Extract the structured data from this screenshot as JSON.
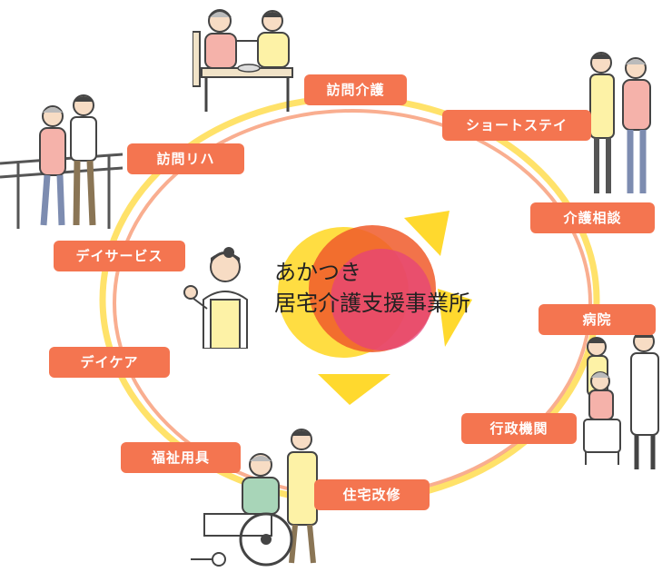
{
  "colors": {
    "pill": "#f47550",
    "ring_outer": "#ffe26a",
    "ring_inner": "#f8a07c",
    "center_yellow": "#ffd92e",
    "center_orange": "#f05a2a",
    "center_pink": "#e6437a",
    "skin": "#f7dcc4",
    "apron": "#fdf2a6",
    "hair": "#444444"
  },
  "center": {
    "line1": "あかつき",
    "line2": "居宅介護支援事業所"
  },
  "services": [
    {
      "label": "訪問介護"
    },
    {
      "label": "ショートステイ"
    },
    {
      "label": "介護相談"
    },
    {
      "label": "病院"
    },
    {
      "label": "行政機関"
    },
    {
      "label": "住宅改修"
    },
    {
      "label": "福祉用具"
    },
    {
      "label": "デイケア"
    },
    {
      "label": "デイサービス"
    },
    {
      "label": "訪問リハ"
    }
  ],
  "illustrations": [
    {
      "icon": "caregiver-feeding-icon"
    },
    {
      "icon": "short-stay-caregiver-icon"
    },
    {
      "icon": "rehabilitation-walking-icon"
    },
    {
      "icon": "care-manager-icon"
    },
    {
      "icon": "doctor-wheelchair-icon"
    },
    {
      "icon": "wheelchair-caregiver-icon"
    }
  ]
}
